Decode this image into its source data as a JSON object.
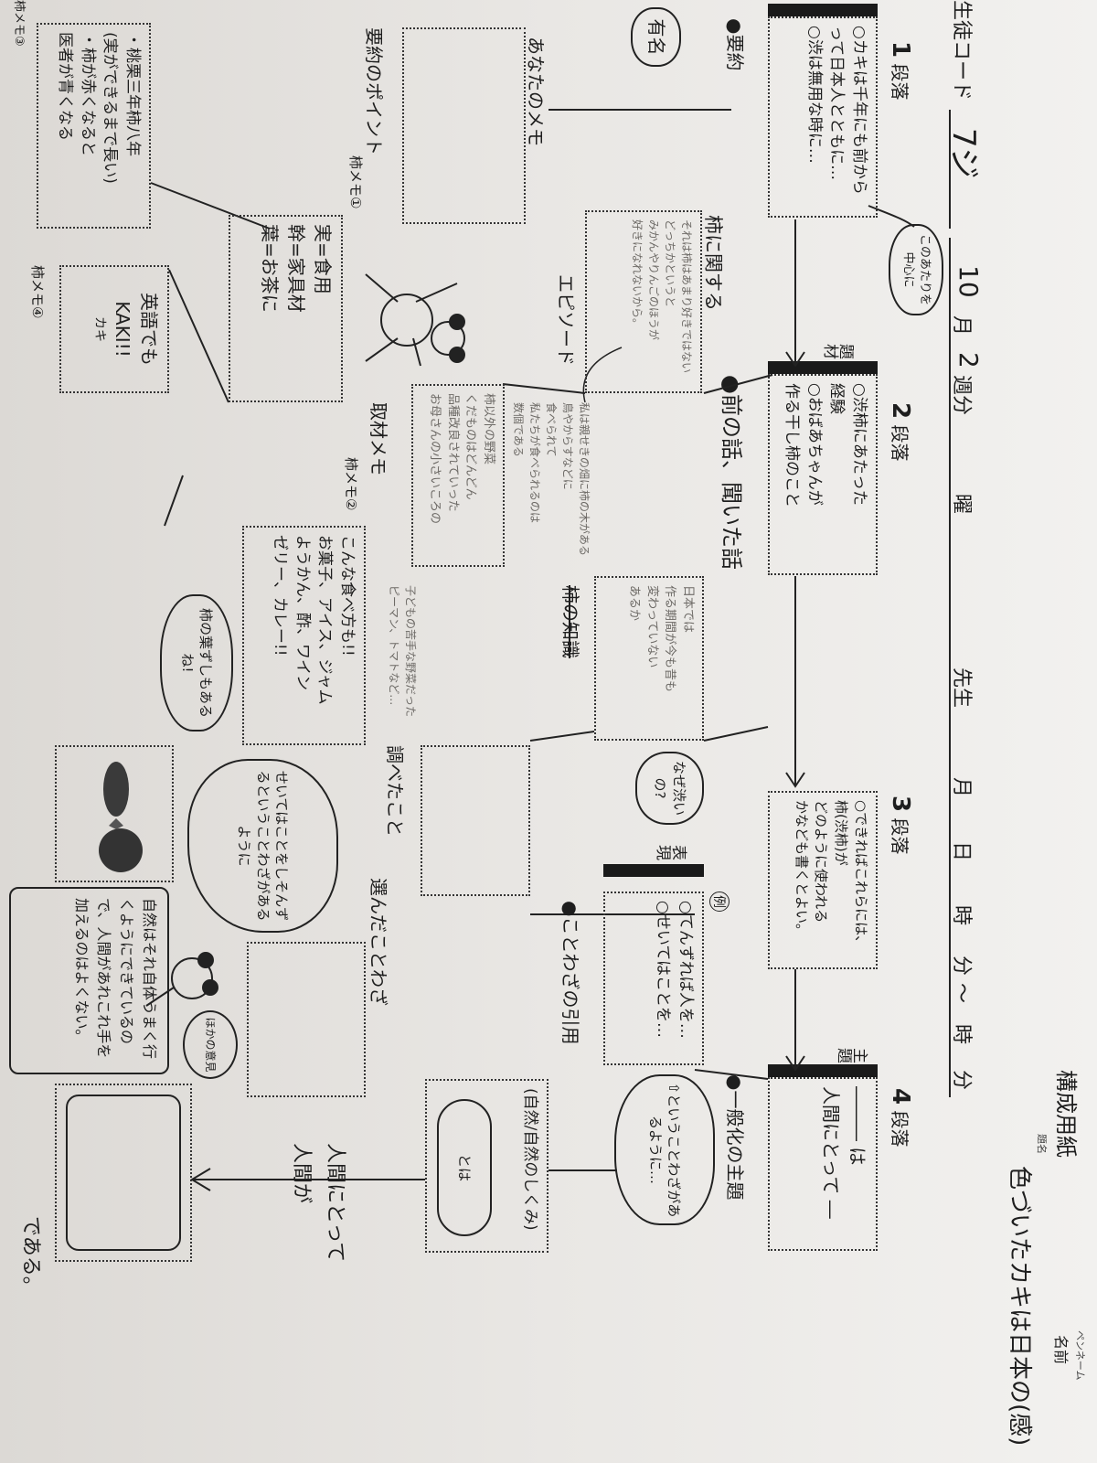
{
  "header": {
    "form_title": "構成用紙",
    "title_label": "題名",
    "title_value": "色づいたカキは日本の(感)",
    "name_label": "名前",
    "penname_label": "ペンネーム",
    "student_code_label": "生徒コード",
    "student_code_value": "7ジ",
    "month_value": "10",
    "month_label": "月",
    "week_value": "2",
    "week_label": "週分",
    "weekday_label": "曜",
    "teacher_label": "先生",
    "date_labels": [
      "月",
      "日",
      "時",
      "分",
      "〜",
      "時",
      "分"
    ]
  },
  "paragraphs": [
    {
      "number": "1",
      "label": "段落",
      "tag": "",
      "lines": [
        "○カキは千年にも前から",
        "って日本人とともに…",
        "○渋は無用な時に…"
      ],
      "caption": "●要約"
    },
    {
      "number": "2",
      "label": "段落",
      "tag": "題材",
      "lines": [
        "○渋柿にあたった",
        "経験",
        "○おばあちゃんが",
        "作る干し柿のこと"
      ],
      "caption": "●前の話、聞いた話"
    },
    {
      "number": "3",
      "label": "段落",
      "tag": "",
      "lines": [
        "○できればこれらには、柿(渋柿)が",
        "どのように使われる",
        "かなども書くとよい。"
      ],
      "caption": ""
    },
    {
      "number": "4",
      "label": "段落",
      "tag": "主題",
      "lines": [
        "――― は",
        "人間にとって ―"
      ],
      "caption": "●一般化の主題"
    }
  ],
  "center_bubble": "このあたりを中心に",
  "famous_bubble": "有名",
  "memo": {
    "your_memo_label": "あなたのメモ",
    "summary_points_label": "要約のポイント",
    "episode_title": "柿に関する",
    "episode_label": "エピソード",
    "episode_lines": [
      "それは柿はあまり好きではない",
      "どっちかというと",
      "みかんやりんごのほうが",
      "好きになれないから。"
    ],
    "episode_notes": [
      "私は親せきの畑に柿の木がある",
      "鳥やからすなどに",
      "食べられて",
      "私たちが食べられるのは",
      "数個である"
    ],
    "vegetable_lines": [
      "柿以外の野菜",
      "くだものはどんどん",
      "品種改良されていった",
      "お母さんの小さいころの"
    ],
    "vegetable_notes": [
      "子どもの苦手な野菜だった",
      "ピーマン、トマトなど…"
    ],
    "interview_label": "取材メモ",
    "knowledge_label": "柿の知識",
    "knowledge_lines": [
      "日本では",
      "作る期間が今も昔も",
      "変わっていない",
      "あるか"
    ],
    "research_label": "調べたこと",
    "why_bubble": "なぜ渋いの?",
    "example_label": "例",
    "example_tag": "表現",
    "example_lines": [
      "○てんずれば人を…",
      "○せいてはことを…"
    ],
    "proverb_caption": "●ことわざの引用",
    "proverb_bubble": "⇧ということわざがあるように…",
    "nature_lines": [
      "(自然/自然のしくみ)"
    ],
    "nature_bubble": "とは",
    "chosen_proverb_label": "選んだことわざ",
    "for_humans": "人間にとって",
    "humans": "人間が",
    "conclusion_end": "である。"
  },
  "kaki_memos": [
    {
      "label": "柿メモ①",
      "lines": [
        "実=食用",
        "幹=家具材",
        "葉=お茶に"
      ]
    },
    {
      "label": "柿メモ②",
      "lines": [
        "こんな食べ方も!!",
        "お菓子、アイス、ジャム",
        "ようかん、酢、ワイン",
        "ゼリー、カレー!!"
      ]
    },
    {
      "label": "柿メモ③",
      "lines": [
        "・桃栗三年柿八年",
        "(実ができるまで長い)",
        "・柿が赤くなると",
        "医者が青くなる"
      ]
    },
    {
      "label": "柿メモ④",
      "lines": [
        "英語でも",
        "KAKI!!",
        "カキ"
      ]
    }
  ],
  "bubbles": {
    "leaf_sushi": "柿の葉ずしもあるね!",
    "proverb_example": "せいてはことをしそんずるということわざがあるように",
    "other_opinion": "ほかの意見",
    "nature_opinion": "自然はそれ自体うまく行くようにできているので、人間があれこれ手を加えるのはよくない。"
  }
}
